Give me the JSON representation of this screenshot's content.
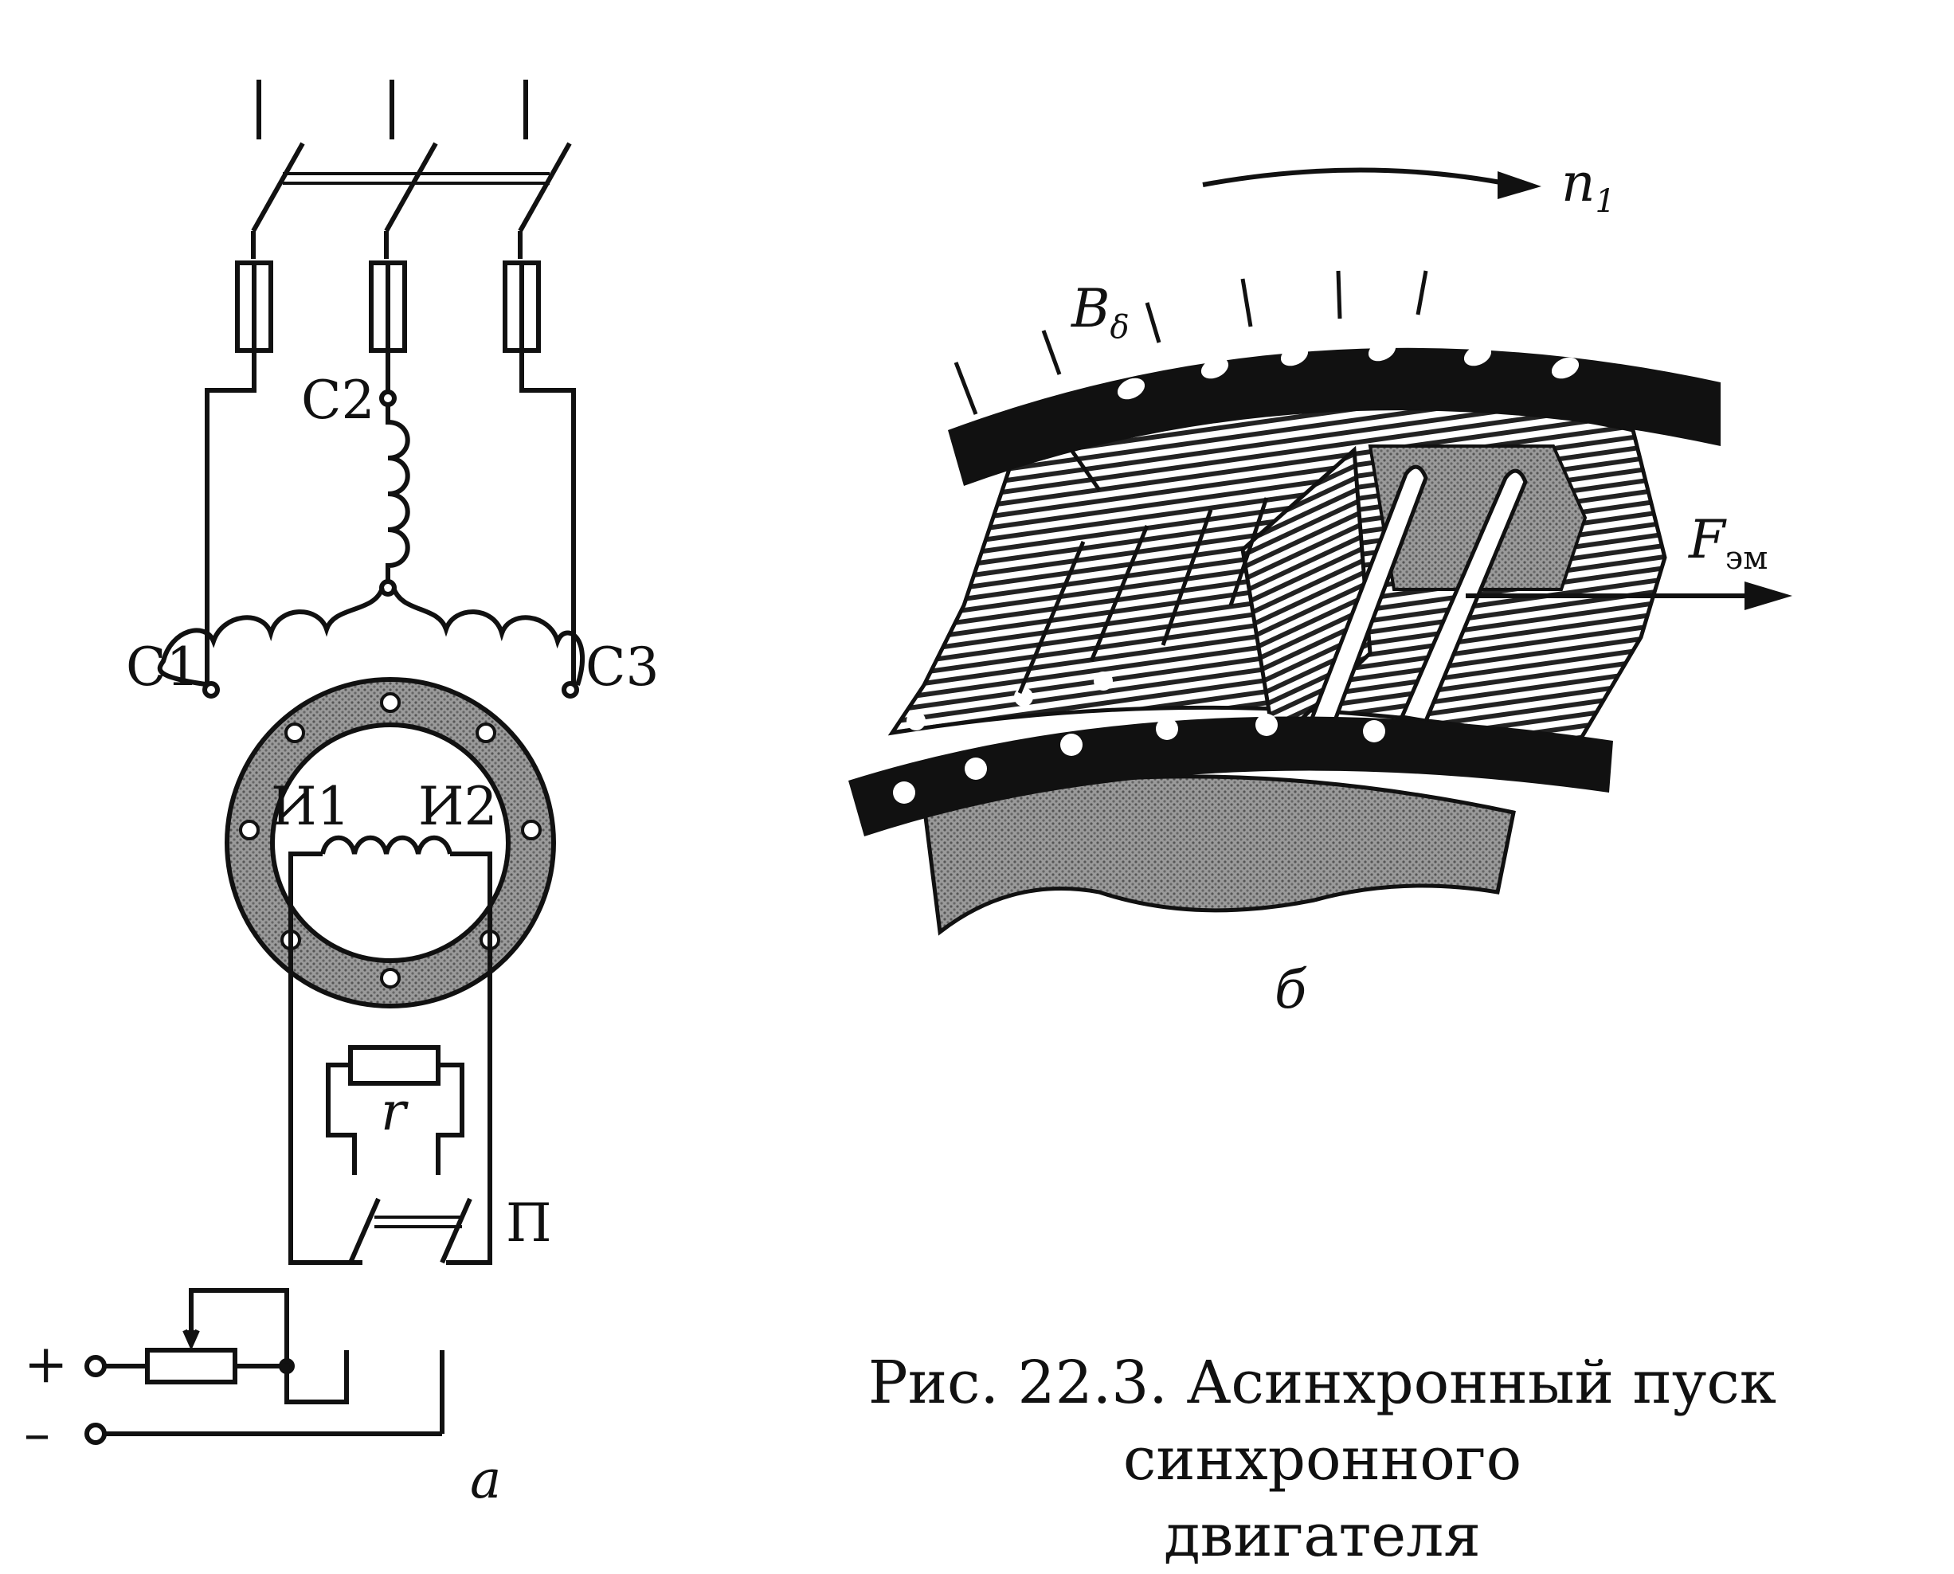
{
  "diagram_a": {
    "stator_terminals": [
      "C1",
      "C2",
      "C3"
    ],
    "rotor_terminals": [
      "И1",
      "И2"
    ],
    "resistor_label": "r",
    "switch_label": "П",
    "dc_plus": "+",
    "dc_minus": "–",
    "panel_label": "а"
  },
  "diagram_b": {
    "rotation_label": "n",
    "rotation_sub": "1",
    "field_label": "B",
    "field_sub": "δ",
    "force_label": "F",
    "force_sub": "эм",
    "panel_label": "б"
  },
  "caption": {
    "line1": "Рис. 22.3. Асинхронный пуск синхронного",
    "line2": "двигателя"
  },
  "colors": {
    "ink": "#111111",
    "shade": "#8a8a8a",
    "paper": "#ffffff"
  }
}
